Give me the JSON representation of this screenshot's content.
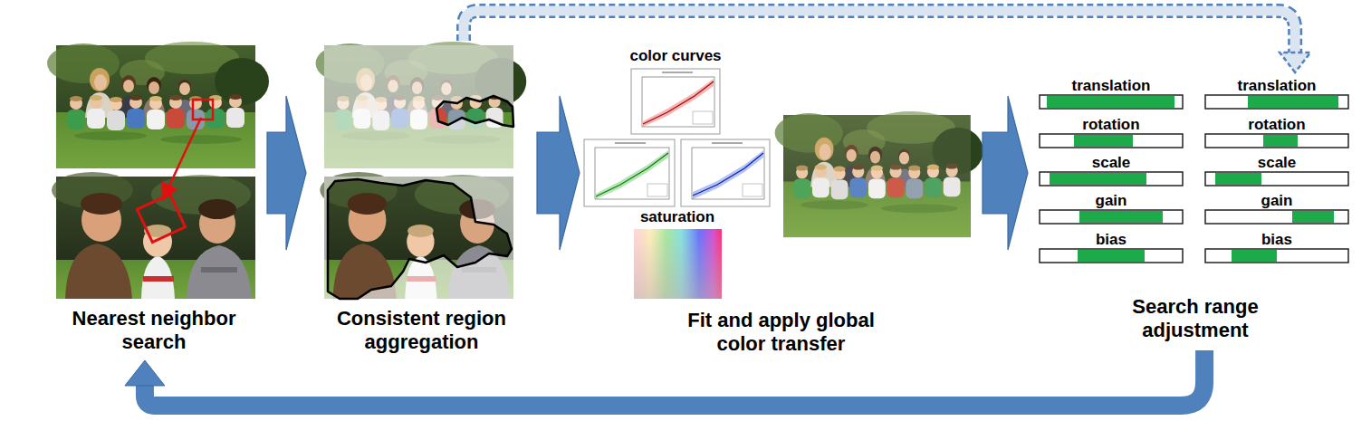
{
  "diagram": {
    "nodes": [
      {
        "text": [
          "Nearest neighbor search"
        ]
      },
      {
        "text": [
          "Consistent region aggregation"
        ]
      },
      {
        "text": [
          "Fit and apply global color transfer"
        ]
      },
      {
        "text": [
          "Search range adjustment"
        ]
      }
    ],
    "edges": [
      {
        "from": 0,
        "to": 1,
        "arrow": "to"
      },
      {
        "from": 1,
        "to": 2,
        "arrow": "to"
      },
      {
        "from": 2,
        "to": 3,
        "arrow": "to"
      },
      {
        "from": 1,
        "to": 3,
        "arrow": "to"
      },
      {
        "from": 3,
        "to": 0,
        "arrow": "to"
      }
    ],
    "labels": [
      "color curves",
      "saturation",
      "translation",
      "translation",
      "rotation",
      "rotation",
      "scale",
      "scale",
      "gain",
      "gain",
      "bias",
      "bias"
    ]
  }
}
